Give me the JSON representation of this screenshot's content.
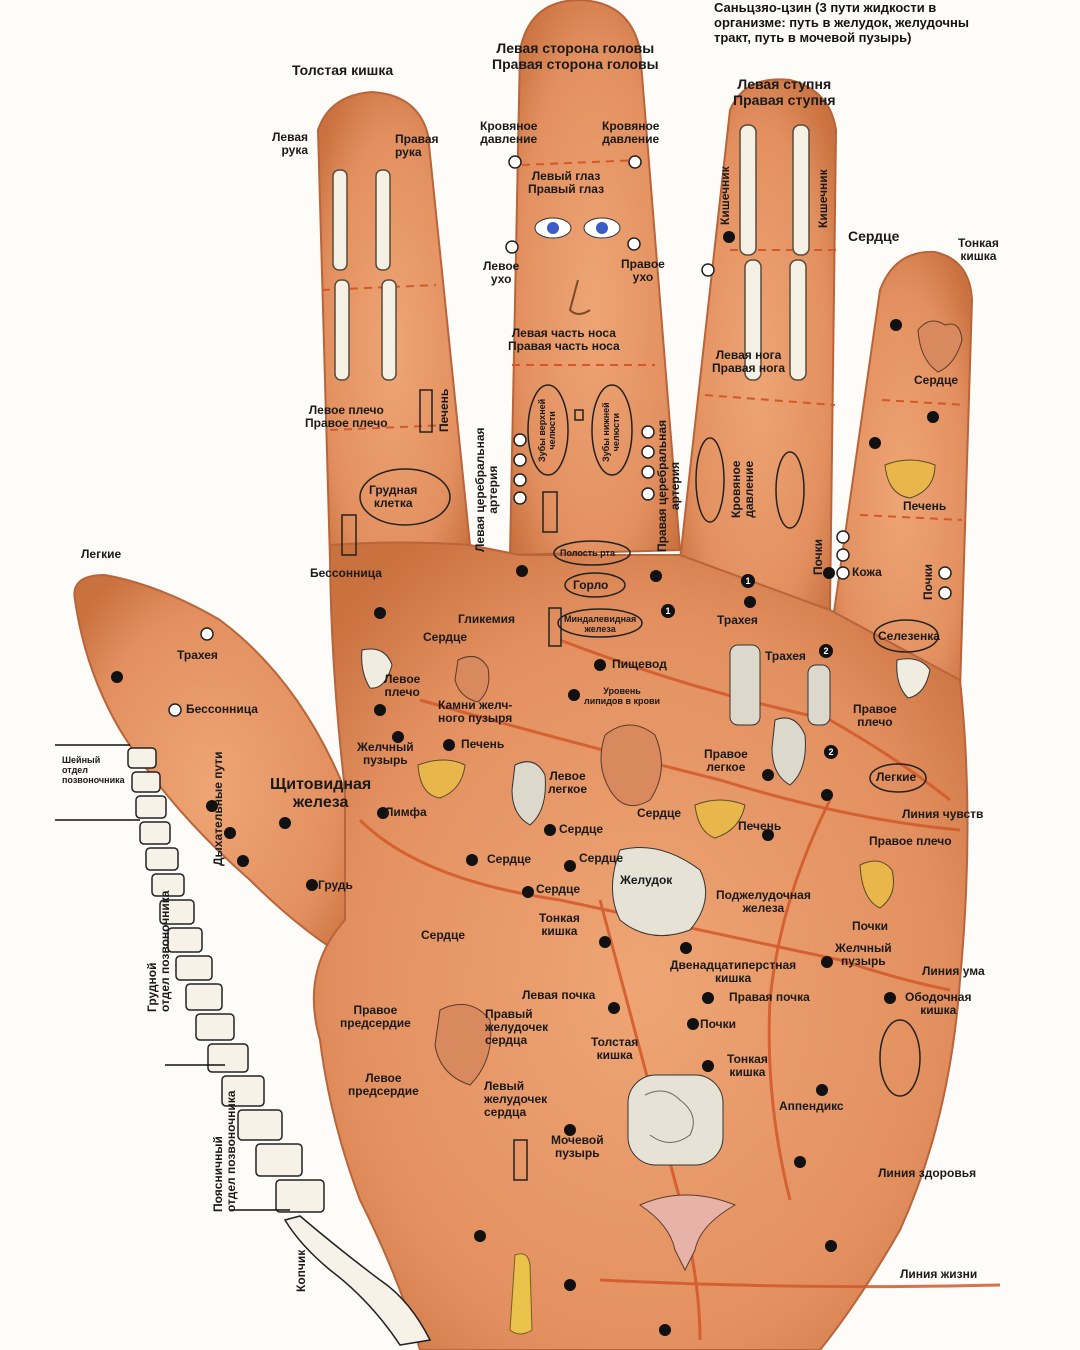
{
  "colors": {
    "skin": "#e59565",
    "skin_dark": "#c8703f",
    "line_orange": "#e0612b",
    "point": "#111111",
    "bone": "#f4f0e4",
    "organ_yellow": "#e8b64a"
  },
  "header_note": "Саньцзяо-цзин (3 пути жидкости в\nорганизме: путь в желудок, желудочны\nтракт, путь в мочевой пузырь)",
  "labels": {
    "tolstaya_kishka_top": "Толстая кишка",
    "levaya_ruka": "Левая\nрука",
    "pravaya_ruka": "Правая\nрука",
    "golova": "Левая сторона головы\nПравая сторона головы",
    "krov_davl_left": "Кровяное\nдавление",
    "krov_davl_right": "Кровяное\nдавление",
    "glaz": "Левый глаз\nПравый глаз",
    "levoe_uho": "Левое\nухо",
    "pravoe_uho": "Правое\nухо",
    "nos": "Левая часть носа\nПравая часть носа",
    "stupnya": "Левая ступня\nПравая ступня",
    "kishechnik_1": "Кишечник",
    "kishechnik_2": "Кишечник",
    "serdce_top": "Сердце",
    "tonkaya_kishka_top": "Тонкая\nкишка",
    "noga": "Левая нога\nПравая нога",
    "serdce_pinky": "Сердце",
    "pechen_pinky": "Печень",
    "plecho": "Левое плечо\nПравое плечо",
    "pechen_index": "Печень",
    "levaya_arteria": "Левая церебральная\nартерия",
    "zuby_left": "Зубы верхней\nчелюсти",
    "zuby_right": "Зубы нижней\nчелюсти",
    "pravaya_arteria": "Правая церебральная\nартерия",
    "krov_davl_ring": "Кровяное\nдавление",
    "grudnaya_kletka": "Грудная\nклетка",
    "pochki_ring": "Почки",
    "kozha": "Кожа",
    "pochki_pinky": "Почки",
    "legkie_left": "Легкие",
    "bessonnica_1": "Бессонница",
    "polost_rta": "Полость рта",
    "gorlo": "Горло",
    "glikemia": "Гликемия",
    "mindalevidnaya": "Миндалевидная\nжелеза",
    "traheya_1": "Трахея",
    "selezenka": "Селезенка",
    "traheya_thumb": "Трахея",
    "serdce_1": "Сердце",
    "pischevod": "Пищевод",
    "traheya_2": "Трахея",
    "bessonnica_2": "Бессонница",
    "levoe_plecho": "Левое\nплечо",
    "kamni": "Камни желч-\nного пузыря",
    "uroven_lipidov": "Уровень\nлипидов в крови",
    "pravoe_plecho_1": "Правое\nплечо",
    "zhelchny_puzyr_1": "Желчный\nпузырь",
    "pechen_palm": "Печень",
    "pravoe_legkoe": "Правое\nлегкое",
    "legkie_right": "Легкие",
    "sheyny_otdel": "Шейный\nотдел\nпозвоночника",
    "dyhatelnye_puti": "Дыхательные пути",
    "schitovidnaya": "Щитовидная\nжелеза",
    "levoe_legkoe": "Левое\nлегкое",
    "limfa": "Лимфа",
    "serdce_2": "Сердце",
    "liniya_chuvstv": "Линия чувств",
    "serdce_3": "Сердце",
    "pechen_2": "Печень",
    "serdce_4": "Сердце",
    "pravoe_plecho_2": "Правое плечо",
    "serdce_5": "Сердце",
    "serdce_6": "Сердце",
    "grud": "Грудь",
    "zheludok": "Желудок",
    "podzheludochnaya": "Поджелудочная\nжелеза",
    "tonkaya_kishka_mid": "Тонкая\nкишка",
    "serdce_7": "Сердце",
    "pochki_right": "Почки",
    "zhelchny_puzyr_2": "Желчный\nпузырь",
    "duodenum": "Двенадцатиперстная\nкишка",
    "liniya_uma": "Линия ума",
    "grudnoy_otdel": "Грудной\nотдел позвоночника",
    "levaya_pochka": "Левая почка",
    "pravaya_pochka": "Правая почка",
    "obodochnaya": "Ободочная\nкишка",
    "pravoe_predserdie": "Правое\nпредсердие",
    "pravy_zheludochek": "Правый\nжелудочек\nсердца",
    "tolstaya_kishka_mid": "Толстая\nкишка",
    "pochki_mid": "Почки",
    "tonkaya_kishka_low": "Тонкая\nкишка",
    "levoe_predserdie": "Левое\nпредсердие",
    "levy_zheludochek": "Левый\nжелудочек\nсердца",
    "appendiks": "Аппендикс",
    "poyasnichny": "Поясничный\nотдел позвоночника",
    "mochevoy": "Мочевой\nпузырь",
    "liniya_zdorovya": "Линия здоровья",
    "kopchik": "Копчик",
    "liniya_zhizni": "Линия жизни"
  },
  "markers": [
    "1",
    "1",
    "2",
    "2"
  ]
}
